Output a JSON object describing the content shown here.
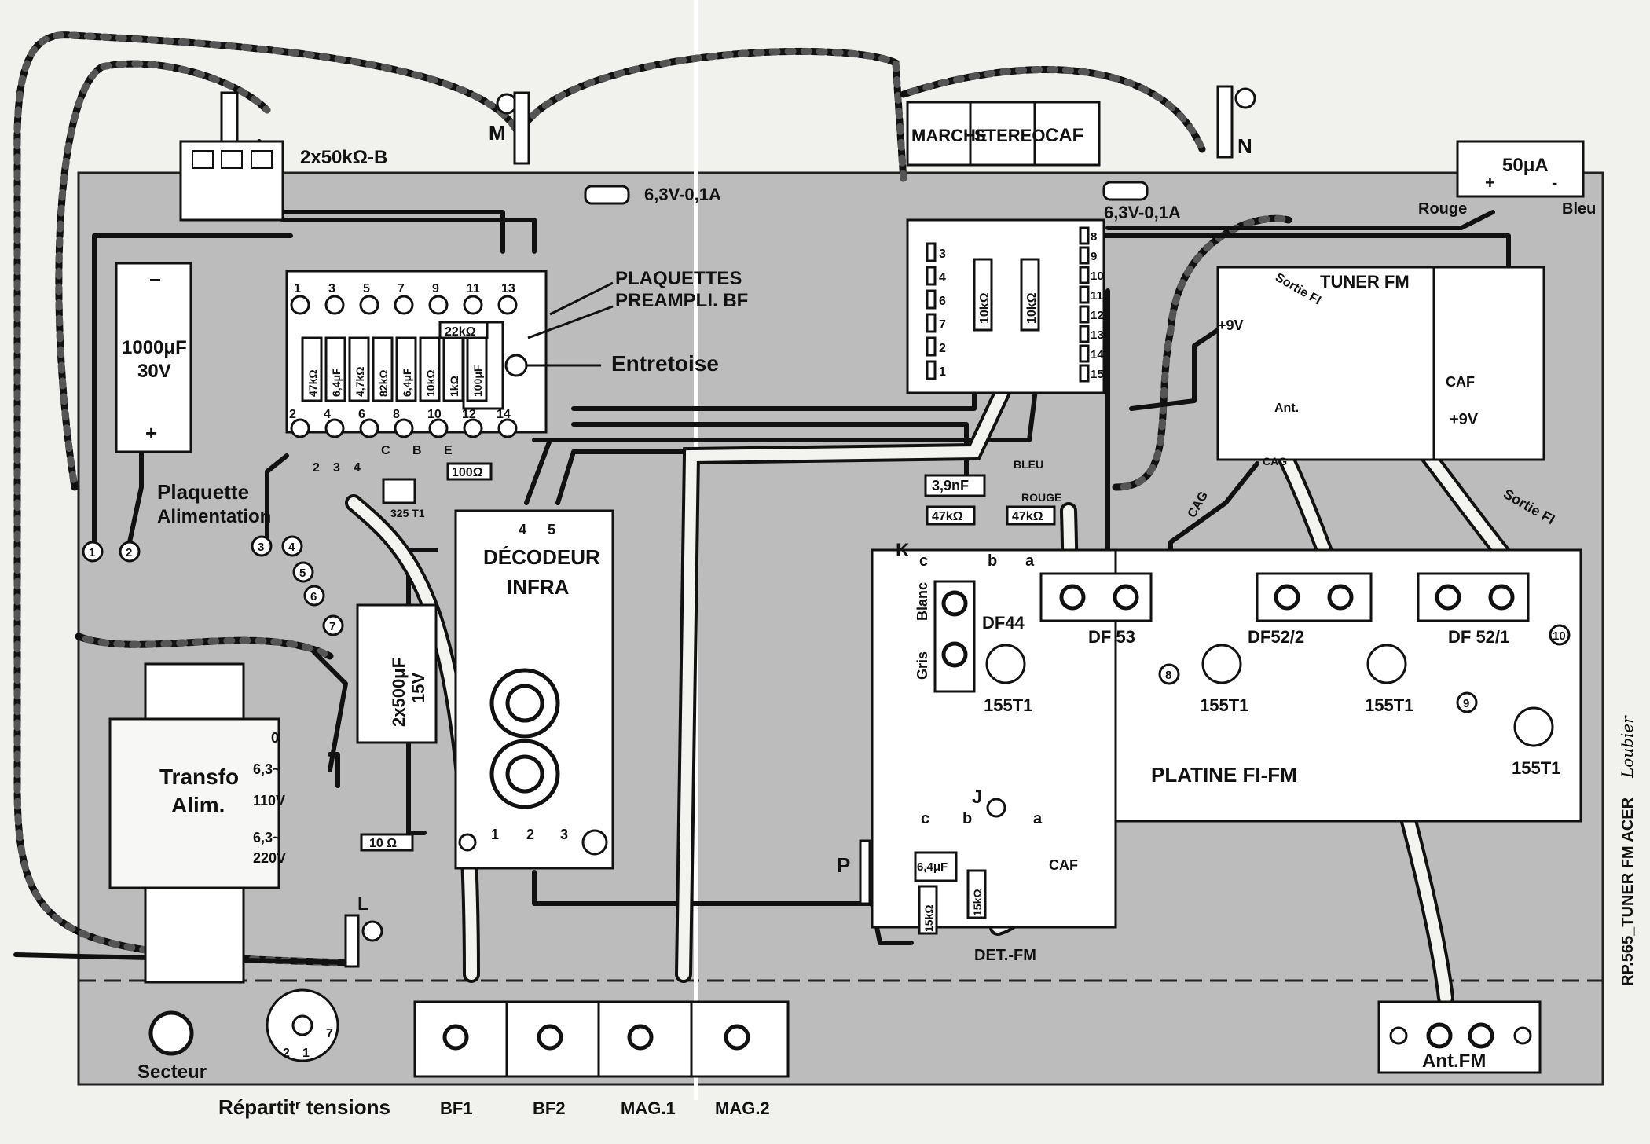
{
  "diagram": {
    "side_caption": "RP.565_TUNER FM ACER",
    "signature": "Loubier",
    "switch_bank": {
      "b1": "MARCHE",
      "b2": "STEREO",
      "b3": "CAF"
    },
    "labels": {
      "pot": "2x50kΩ-B",
      "lamp_m": "M",
      "lamp_n": "N",
      "lamp_rating_left": "6,3V-0,1A",
      "lamp_rating_right": "6,3V-0,1A",
      "meter": "50μA",
      "meter_plus": "+",
      "meter_minus": "-",
      "rouge": "Rouge",
      "bleu": "Bleu",
      "preamp_title_1": "PLAQUETTES",
      "preamp_title_2": "PREAMPLI. BF",
      "entretoise": "Entretoise",
      "cap_main_1": "1000μF",
      "cap_main_2": "30V",
      "cap_minus": "−",
      "cap_plus": "+",
      "plaquette_1": "Plaquette",
      "plaquette_2": "Alimentation",
      "decoder_1": "DÉCODEUR",
      "decoder_2": "INFRA",
      "transfo_1": "Transfo",
      "transfo_2": "Alim.",
      "cap_dual_1": "2x500μF",
      "cap_dual_2": "15V",
      "r10": "10 Ω",
      "tuner": "TUNER FM",
      "sortie_fi": "Sortie FI",
      "sortie_fi_2": "Sortie FI",
      "plus9v_a": "+9V",
      "plus9v_b": "+9V",
      "caf_tuner": "CAF",
      "ant": "Ant.",
      "cag": "CAG",
      "cag2": "CAG",
      "platine": "PLATINE FI-FM",
      "df44": "DF44",
      "df53": "DF 53",
      "df52_2": "DF52/2",
      "df52_1": "DF 52/1",
      "transistor": "155T1",
      "blanc": "Blanc",
      "gris": "Gris",
      "k": "K",
      "j": "J",
      "p": "P",
      "l": "L",
      "c1": "c",
      "b1": "b",
      "a1": "a",
      "c2": "c",
      "b2": "b",
      "a2": "a",
      "cap39": "3,9nF",
      "r47a": "47kΩ",
      "r47b": "47kΩ",
      "bleu2": "BLEU",
      "rouge2": "ROUGE",
      "cap64": "6,4μF",
      "r15a": "15kΩ",
      "r15b": "15kΩ",
      "caf_bottom": "CAF",
      "det_fm": "DET.-FM",
      "tr325": "325 T1",
      "r22k": "22kΩ",
      "r100": "100Ω",
      "v0": "0",
      "v63a": "6,3~",
      "v110": "110V",
      "v63b": "6,3~",
      "v220": "220V",
      "secteur": "Secteur",
      "repartiteur": "Répartitʳ tensions",
      "bf1": "BF1",
      "bf2": "BF2",
      "mag1": "MAG.1",
      "mag2": "MAG.2",
      "ant_fm": "Ant.FM",
      "dec_pin_4": "4",
      "dec_pin_5": "5",
      "dec_pin_1": "1",
      "dec_pin_2": "2",
      "dec_pin_3": "3",
      "sock_2": "2",
      "sock_1": "1",
      "sock_7": "7"
    },
    "preamp_pins_top": [
      "1",
      "3",
      "5",
      "7",
      "9",
      "11",
      "13"
    ],
    "preamp_pins_bot": [
      "2",
      "4",
      "6",
      "8",
      "10",
      "12",
      "14"
    ],
    "preamp_components": [
      "47kΩ",
      "6,4μF",
      "4,7kΩ",
      "82kΩ",
      "6,4μF",
      "10kΩ",
      "1kΩ",
      "100μF"
    ],
    "preamp_pin_letters": [
      "C",
      "B",
      "E"
    ],
    "preamp_lower_pins": [
      "2",
      "3",
      "4"
    ],
    "switch_pins_left": [
      "3",
      "4",
      "6",
      "7",
      "2",
      "1"
    ],
    "switch_pins_right": [
      "8",
      "9",
      "10",
      "11",
      "12",
      "13",
      "14",
      "15"
    ],
    "switch_resistors": [
      "10kΩ",
      "10kΩ"
    ],
    "connection_points": [
      "1",
      "2",
      "3",
      "4",
      "5",
      "6",
      "7",
      "8",
      "9",
      "10"
    ]
  }
}
